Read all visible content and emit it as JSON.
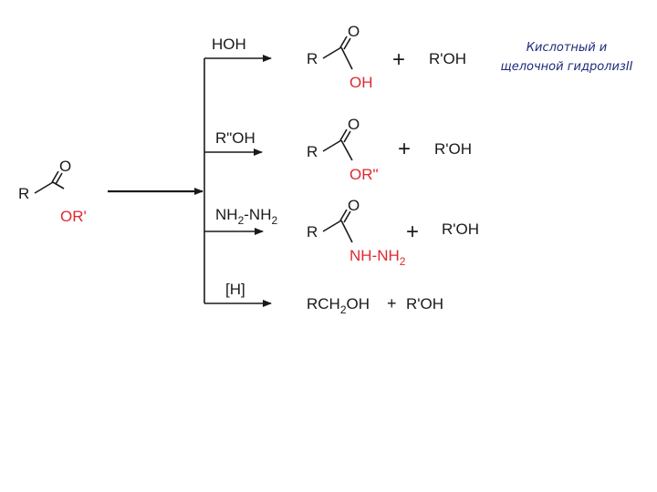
{
  "caption": {
    "line1": "Кислотный и",
    "line2": "щелочной гидролизII"
  },
  "reactant": {
    "r": "R",
    "o": "O",
    "or": "OR'"
  },
  "reactions": [
    {
      "reagent": "HOH",
      "product": {
        "r": "R",
        "o": "O",
        "sub": "OH"
      },
      "plus": "+",
      "side": "R'OH"
    },
    {
      "reagent": "R\"OH",
      "product": {
        "r": "R",
        "o": "O",
        "sub": "OR\""
      },
      "plus": "+",
      "side": "R'OH"
    },
    {
      "reagent_main": "NH",
      "reagent_sub1": "2",
      "reagent_mid": "-NH",
      "reagent_sub2": "2",
      "product": {
        "r": "R",
        "o": "O",
        "sub_main": "NH-NH",
        "sub_sub": "2"
      },
      "plus": "+",
      "side": "R'OH"
    },
    {
      "reagent": "[H]",
      "product_main": "RCH",
      "product_sub": "2",
      "product_tail": "OH",
      "plus": "+",
      "side": "R'OH"
    }
  ]
}
